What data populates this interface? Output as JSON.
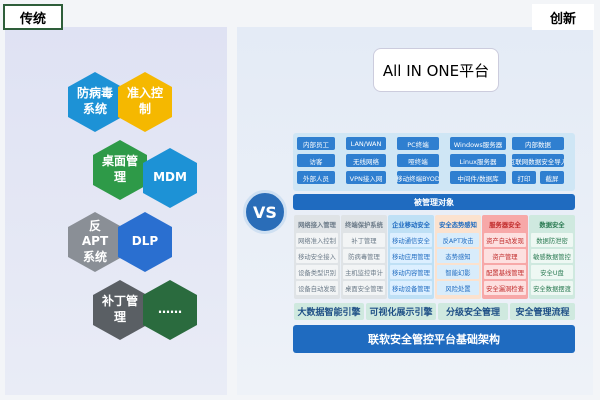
{
  "left": {
    "label": "传统",
    "hexes": [
      "防病毒系统",
      "准入控制",
      "桌面管理",
      "MDM",
      "反APT系统",
      "DLP",
      "补丁管理",
      "……"
    ]
  },
  "right": {
    "label": "创新",
    "title": "All IN ONE平台",
    "objects": [
      [
        "内部员工",
        "LAN/WAN",
        "PC终端",
        "Windows服务器",
        "内部数据"
      ],
      [
        "访客",
        "无线网络",
        "哑终端",
        "Linux服务器",
        "互联网数据安全导入"
      ],
      [
        "外部人员",
        "VPN接入网",
        "移动终端BYOD",
        "中间件/数据库",
        "打印",
        "截屏"
      ]
    ],
    "managed_bar": "被管理对象",
    "columns": [
      {
        "title": "网络接入管理",
        "items": [
          "网络准入控制",
          "移动安全接入",
          "设备类型识别",
          "设备自动发现"
        ]
      },
      {
        "title": "终端保护系统",
        "items": [
          "补丁管理",
          "防病毒管理",
          "主机监控审计",
          "桌面安全管理"
        ]
      },
      {
        "title": "企业移动安全",
        "items": [
          "移动通信安全",
          "移动应用管理",
          "移动内容管理",
          "移动设备管理"
        ]
      },
      {
        "title": "安全态势感知",
        "items": [
          "反APT攻击",
          "态势感知",
          "智能幻影",
          "风险处置"
        ]
      },
      {
        "title": "服务器安全",
        "items": [
          "资产自动发现",
          "资产管理",
          "配置基线管理",
          "安全漏洞检查"
        ]
      },
      {
        "title": "数据安全",
        "items": [
          "数据防泄密",
          "敏感数据管控",
          "安全U盘",
          "安全数据摆渡"
        ]
      }
    ],
    "engines": [
      "大数据智能引擎",
      "可视化展示引擎",
      "分级安全管理",
      "安全管理流程"
    ],
    "base": "联软安全管控平台基础架构"
  },
  "vs": "VS",
  "colors": {
    "blue": "#1f6bc0",
    "yellow": "#f5b800",
    "green": "#2e9a48",
    "gray": "#8a8f96",
    "darkgreen": "#2a6b3e"
  }
}
